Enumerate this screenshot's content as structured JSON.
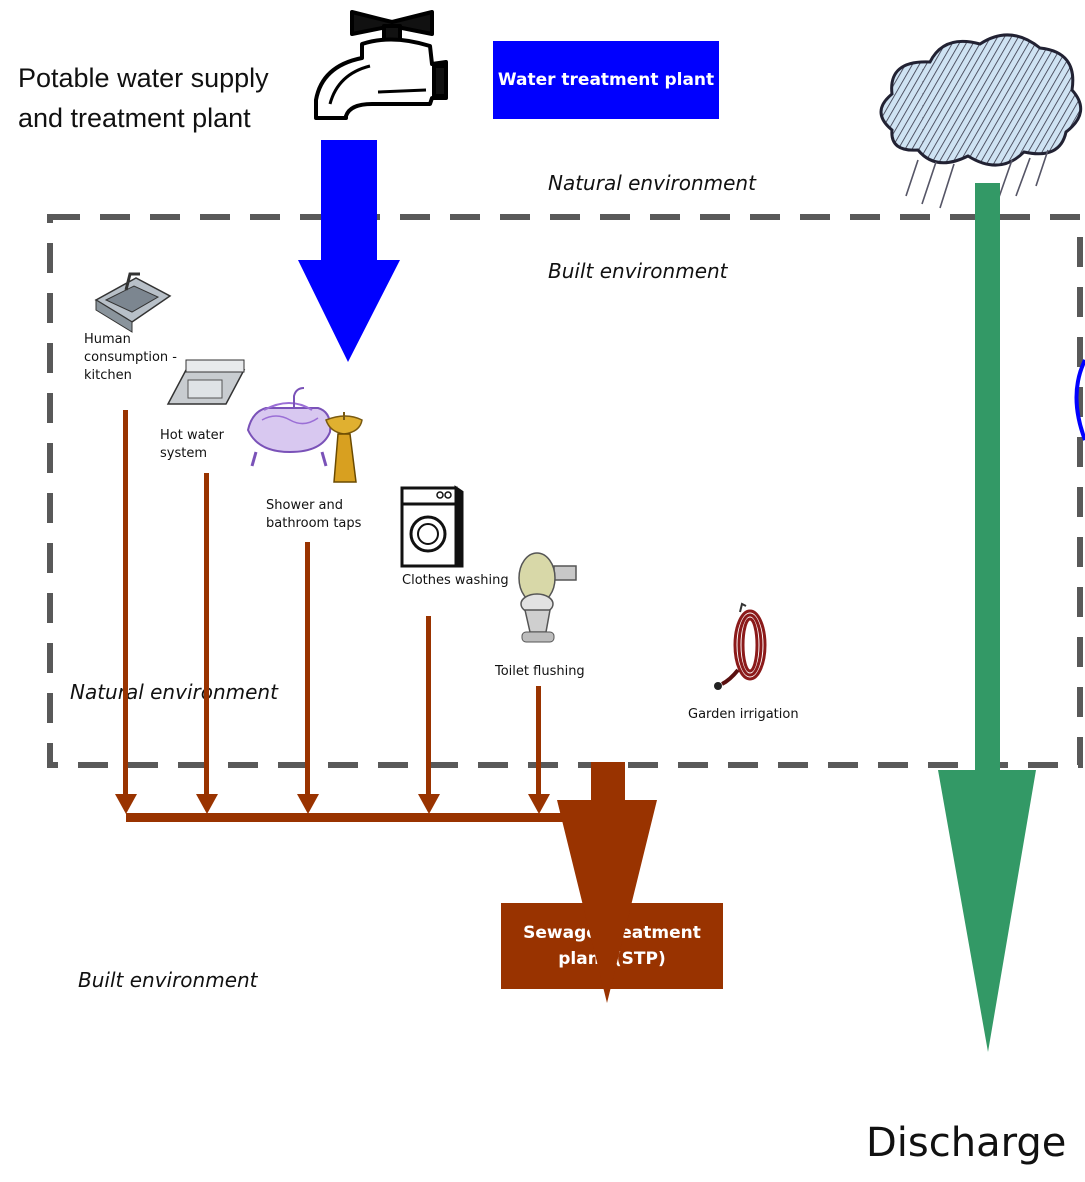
{
  "labels": {
    "supply": "Potable water supply and treatment plant",
    "water_treatment_plant": "Water treatment plant",
    "sewage_treatment_plant": "Sewage treatment plant (STP)",
    "natural_env_top": "Natural environment",
    "built_env_top": "Built environment",
    "built_env_bottom": "Built environment",
    "natural_env_bottom": "Natural environment",
    "discharge": "Discharge"
  },
  "uses": {
    "kitchen": "Human consumption - kitchen",
    "hot_water": "Hot water system",
    "shower": "Shower and bathroom taps",
    "clothes": "Clothes washing",
    "toilet": "Toilet flushing",
    "garden": "Garden irrigation"
  },
  "colors": {
    "supply_arrow": "#0000ff",
    "sewage": "#993300",
    "stormwater": "#339966",
    "boundary": "#595959"
  }
}
